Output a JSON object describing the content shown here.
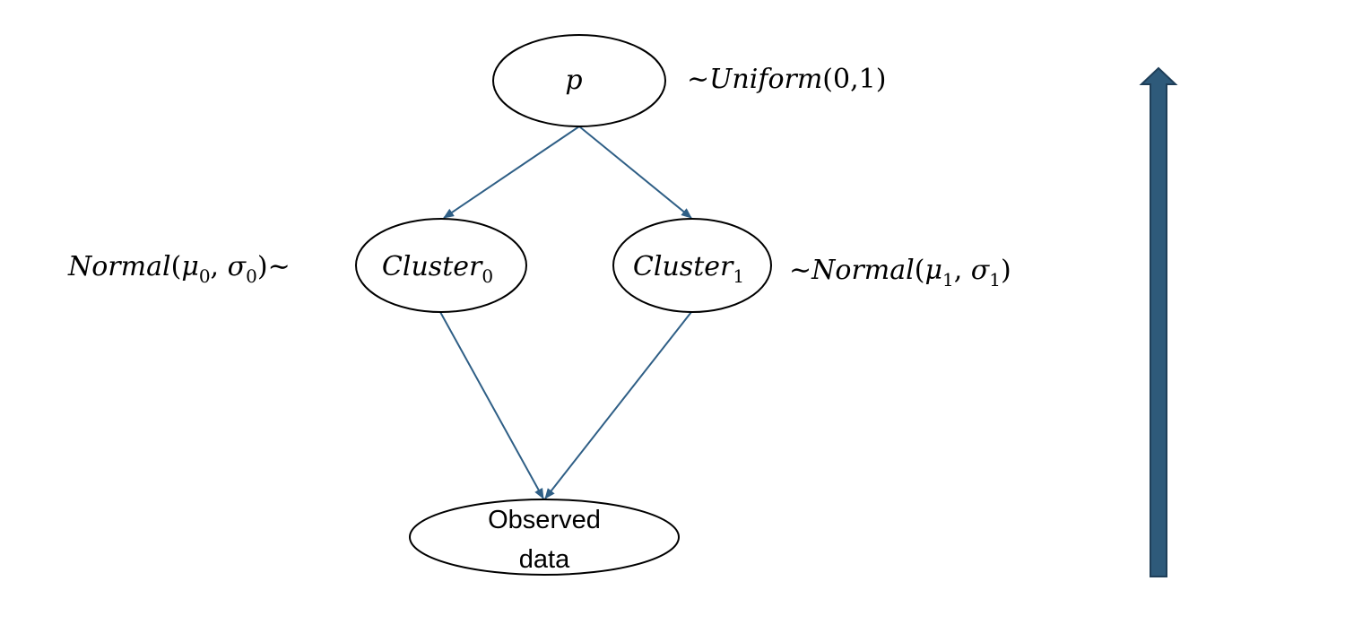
{
  "nodes": {
    "p": {
      "label": "p"
    },
    "cluster0": {
      "label": "Cluster",
      "subscript": "0"
    },
    "cluster1": {
      "label": "Cluster",
      "subscript": "1"
    },
    "observed": {
      "line1": "Observed",
      "line2": "data"
    }
  },
  "annotations": {
    "p_prior": {
      "tilde": "∼",
      "name": "Uniform",
      "args": "(0,1)"
    },
    "cluster0_prior": {
      "name": "Normal",
      "open": "(",
      "mu": "μ",
      "mu_sub": "0",
      "comma": ", ",
      "sigma": "σ",
      "sigma_sub": "0",
      "close": ")",
      "tilde": "∼"
    },
    "cluster1_prior": {
      "tilde": "∼",
      "name": "Normal",
      "open": "(",
      "mu": "μ",
      "mu_sub": "1",
      "comma": ", ",
      "sigma": "σ",
      "sigma_sub": "1",
      "close": ")"
    }
  },
  "colors": {
    "edge": "#2f5f86",
    "big_arrow_fill": "#2e5a7a",
    "node_stroke": "#000000"
  },
  "icons": {
    "big_arrow": "up-arrow-icon"
  }
}
